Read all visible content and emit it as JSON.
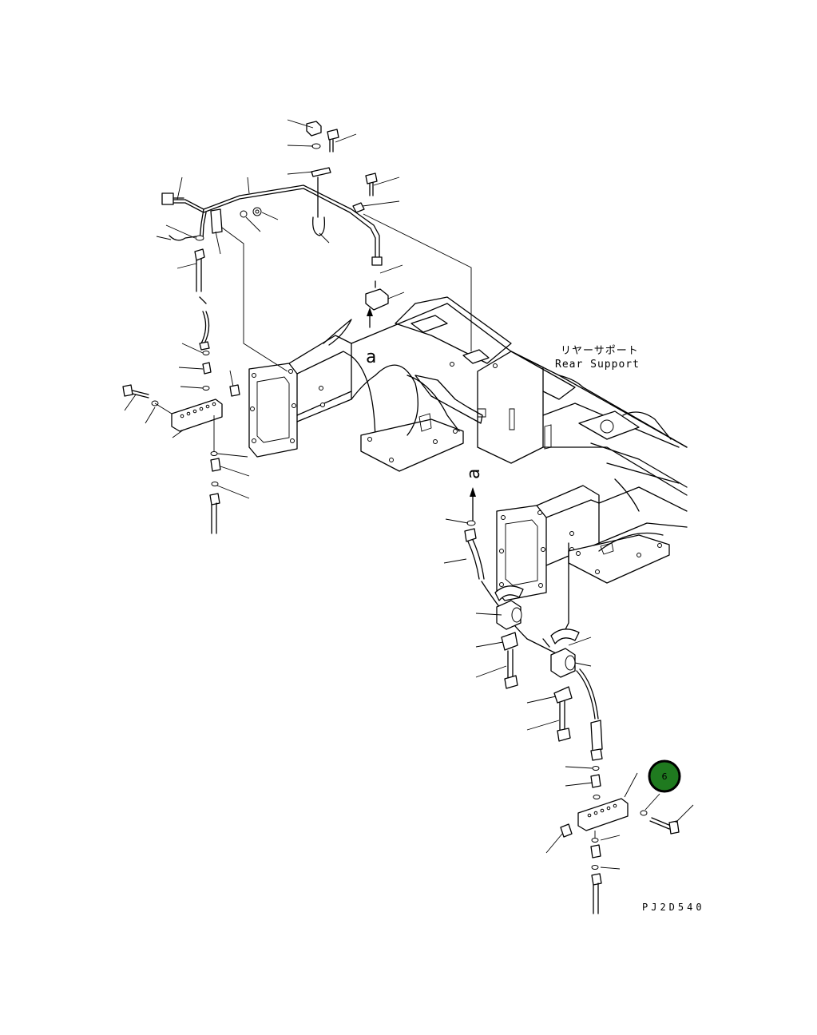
{
  "labels": {
    "rear_support_jp": "リヤーサポート",
    "rear_support_en": "Rear Support",
    "view_marker_upper": "a",
    "view_marker_lower": "a",
    "drawing_code": "PJ2D540"
  },
  "callout": {
    "number": "6",
    "color": "#1f7a1f",
    "ring_color": "#000000"
  }
}
